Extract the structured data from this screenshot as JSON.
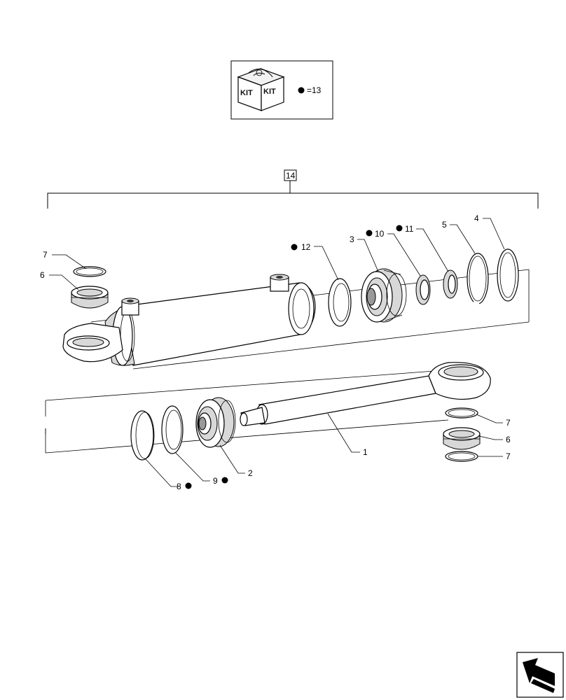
{
  "kit_legend": {
    "kit_label_left": "KIT",
    "kit_label_right": "KIT",
    "marker_value": "=13"
  },
  "assembly": {
    "label": "14"
  },
  "callouts": {
    "c1": "1",
    "c2": "2",
    "c3": "3",
    "c4": "4",
    "c5": "5",
    "c6_left": "6",
    "c6_right": "6",
    "c7_left": "7",
    "c7_right_top": "7",
    "c7_right_bottom": "7",
    "c8": "8",
    "c9": "9",
    "c10": "10",
    "c11": "11",
    "c12": "12"
  },
  "kit_marker_parts": [
    "8",
    "9",
    "10",
    "11",
    "12"
  ],
  "icons": [
    "kit-box-icon",
    "kit-dot-icon",
    "navigation-arrow-icon"
  ]
}
